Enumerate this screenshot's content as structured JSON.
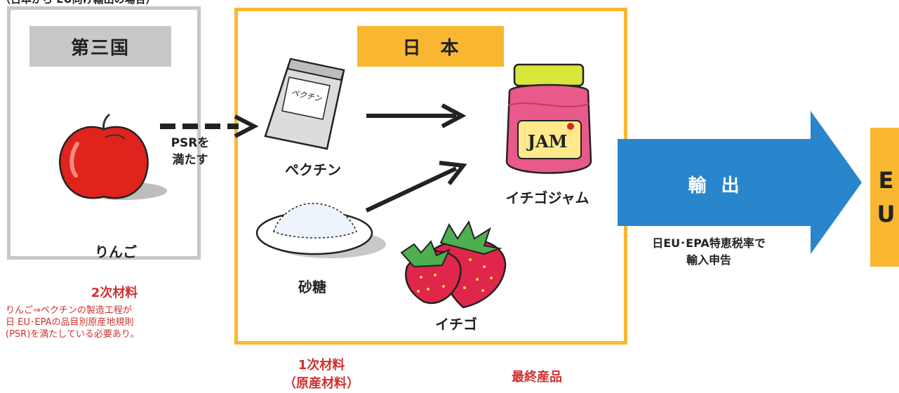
{
  "top_note": "（日本から EU向け輸出の場合）",
  "third_country": {
    "title": "第三国",
    "apple_label": "りんご"
  },
  "psr_label": {
    "line1": "PSRを",
    "line2": "満たす"
  },
  "japan": {
    "title": "日本",
    "pectin_bag_text": "ペクチン",
    "pectin_label": "ペクチン",
    "sugar_label": "砂糖",
    "strawberry_label": "イチゴ",
    "jam_text": "JAM",
    "jam_label": "イチゴジャム"
  },
  "export": {
    "arrow_label": "輸 出",
    "note_line1": "日EU･EPA特恵税率で",
    "note_line2": "輸入申告"
  },
  "eu": {
    "line1": "E",
    "line2": "U"
  },
  "secondary_material": {
    "title": "2次材料",
    "note_line1": "りんご⇒ペクチンの製造工程が",
    "note_line2": "日 EU･EPAの品目別原産地規則",
    "note_line3": "(PSR)を満たしている必要あり。"
  },
  "primary_material": {
    "line1": "1次材料",
    "line2": "（原産材料）"
  },
  "final_product": "最終産品",
  "colors": {
    "japan_border": "#f9b731",
    "third_border": "#c8c8c8",
    "export_arrow": "#2a86cc",
    "note_red": "#d03030"
  }
}
